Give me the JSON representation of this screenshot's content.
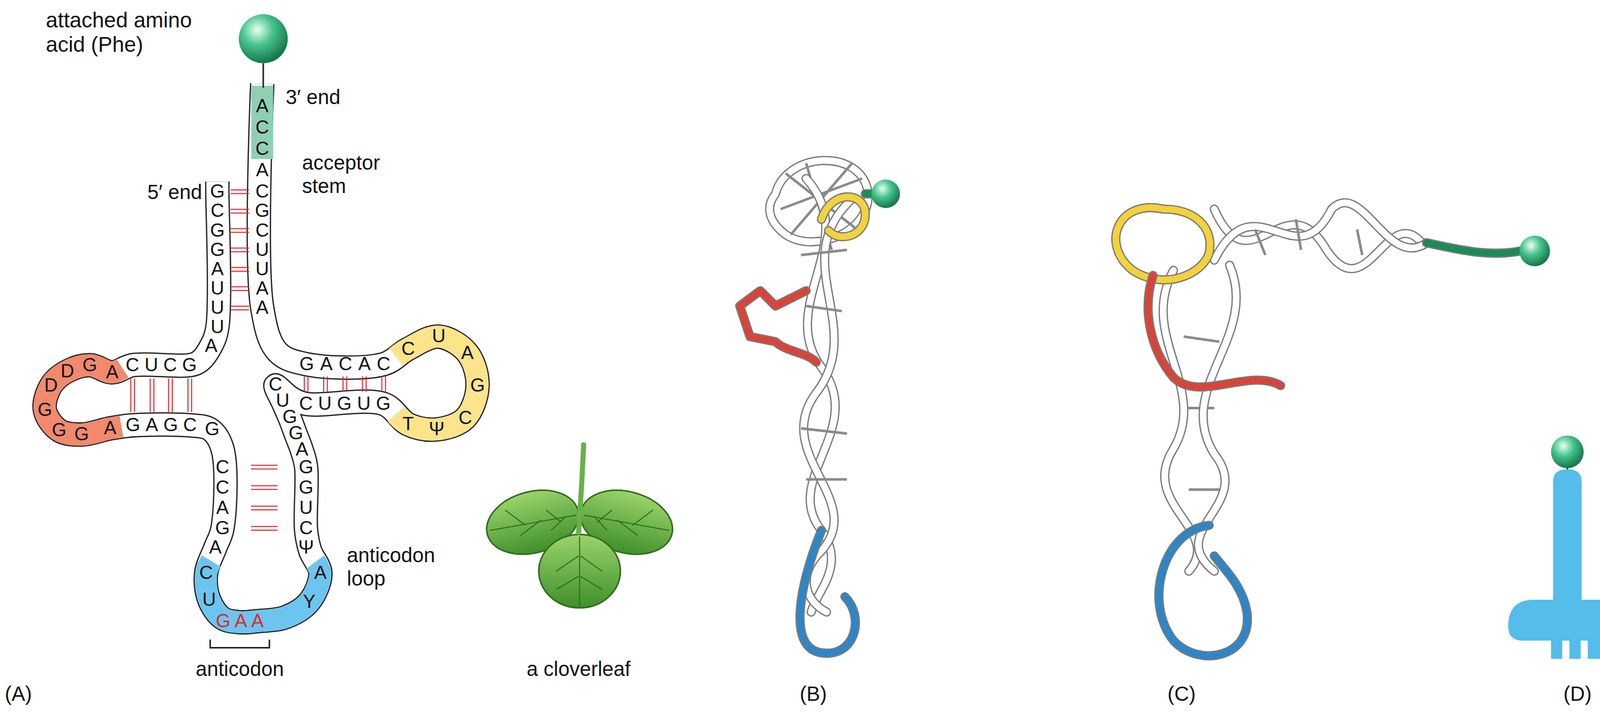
{
  "diagram": {
    "labels": [
      "attached amino acid (Phe)",
      "3′ end",
      "acceptor stem",
      "5′ end",
      "anticodon loop",
      "anticodon",
      "a cloverleaf",
      "(A)",
      "(B)",
      "(C)",
      "(D)",
      "G",
      "C",
      "G",
      "G",
      "A",
      "U",
      "U",
      "U",
      "A",
      "CUCG",
      "A",
      "G",
      "D",
      "D",
      "G",
      "G",
      "G",
      "A",
      "GAGC",
      "G",
      "C",
      "C",
      "A",
      "G",
      "A",
      "C",
      "U",
      "GAA",
      "Y",
      "A",
      "Ψ",
      "C",
      "U",
      "G",
      "G",
      "A",
      "G",
      "G",
      "U",
      "C",
      "CUGUG",
      "T",
      "Ψ",
      "C",
      "G",
      "A",
      "U",
      "C",
      "GACAC",
      "A",
      "A",
      "U",
      "U",
      "C",
      "G",
      "C",
      "A",
      "C",
      "C",
      "A"
    ]
  }
}
